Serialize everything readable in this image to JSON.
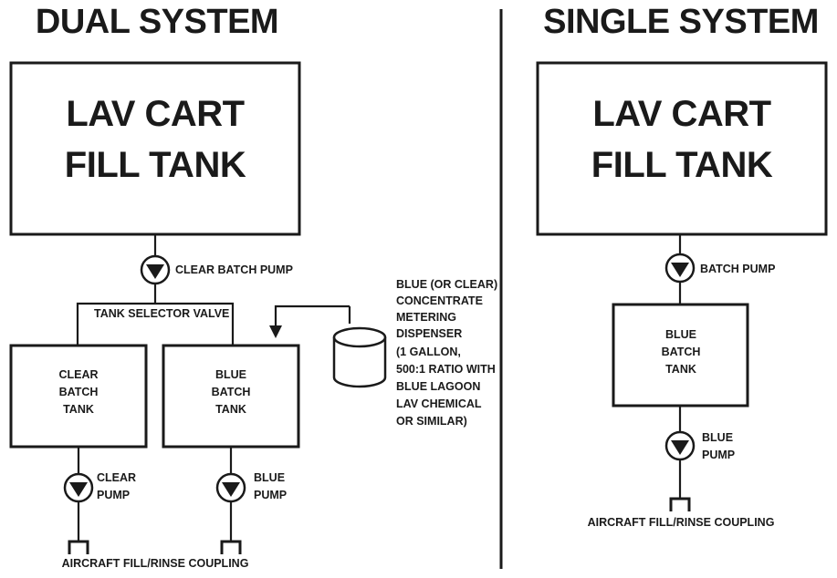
{
  "dual": {
    "title": "DUAL SYSTEM",
    "fill_tank": [
      "LAV CART",
      "FILL TANK"
    ],
    "pump_main": "CLEAR BATCH PUMP",
    "valve": "TANK SELECTOR VALVE",
    "clear_tank": [
      "CLEAR",
      "BATCH",
      "TANK"
    ],
    "blue_tank": [
      "BLUE",
      "BATCH",
      "TANK"
    ],
    "dispenser": [
      "BLUE (OR CLEAR)",
      "CONCENTRATE",
      "METERING",
      "DISPENSER",
      "(1 GALLON,",
      "500:1 RATIO WITH",
      "BLUE LAGOON",
      "LAV CHEMICAL",
      "OR SIMILAR)"
    ],
    "clear_pump": [
      "CLEAR",
      "PUMP"
    ],
    "blue_pump": [
      "BLUE",
      "PUMP"
    ],
    "coupling": "AIRCRAFT FILL/RINSE COUPLING"
  },
  "single": {
    "title": "SINGLE SYSTEM",
    "fill_tank": [
      "LAV CART",
      "FILL TANK"
    ],
    "pump_main": "BATCH PUMP",
    "blue_tank": [
      "BLUE",
      "BATCH",
      "TANK"
    ],
    "blue_pump": [
      "BLUE",
      "PUMP"
    ],
    "coupling": "AIRCRAFT FILL/RINSE COUPLING"
  }
}
